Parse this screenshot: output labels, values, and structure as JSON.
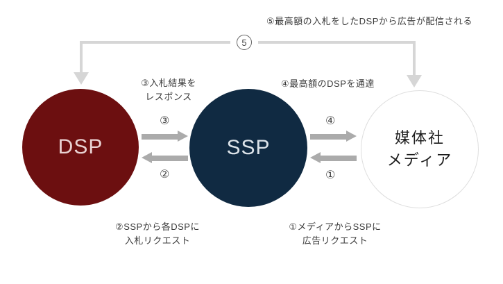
{
  "colors": {
    "dsp_fill": "#6C0F10",
    "ssp_fill": "#102A42",
    "media_fill": "#FFFFFF",
    "media_border": "#DEDEDE",
    "arrow_gray": "#ABABAB",
    "line_gray": "#D6D6D6",
    "text_color": "#3A3A3A"
  },
  "nodes": {
    "dsp": {
      "label": "DSP"
    },
    "ssp": {
      "label": "SSP"
    },
    "media": {
      "label_line1": "媒体社",
      "label_line2": "メディア"
    }
  },
  "steps": {
    "step5_note": "⑤最高額の入札をしたDSPから広告が配信される",
    "step5_badge": "5",
    "step3_line1": "③入札結果を",
    "step3_line2": "レスポンス",
    "step4_label": "④最高額のDSPを通達",
    "step2_line1": "②SSPから各DSPに",
    "step2_line2": "入札リクエスト",
    "step1_line1": "①メディアからSSPに",
    "step1_line2": "広告リクエスト",
    "num1": "①",
    "num2": "②",
    "num3": "③",
    "num4": "④"
  }
}
